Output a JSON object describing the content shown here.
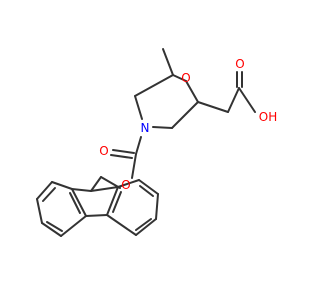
{
  "molecule": {
    "labels": {
      "ring_oxygen": "O",
      "ring_nitrogen": "N",
      "carbonyl_oxygen_top": "O",
      "hydroxyl": "OH",
      "carbamate_carbonyl_oxygen": "O",
      "ester_oxygen": "O"
    },
    "colors": {
      "bond": "#333333",
      "oxygen": "#ff0000",
      "nitrogen": "#0000ff",
      "background": "#ffffff"
    }
  }
}
